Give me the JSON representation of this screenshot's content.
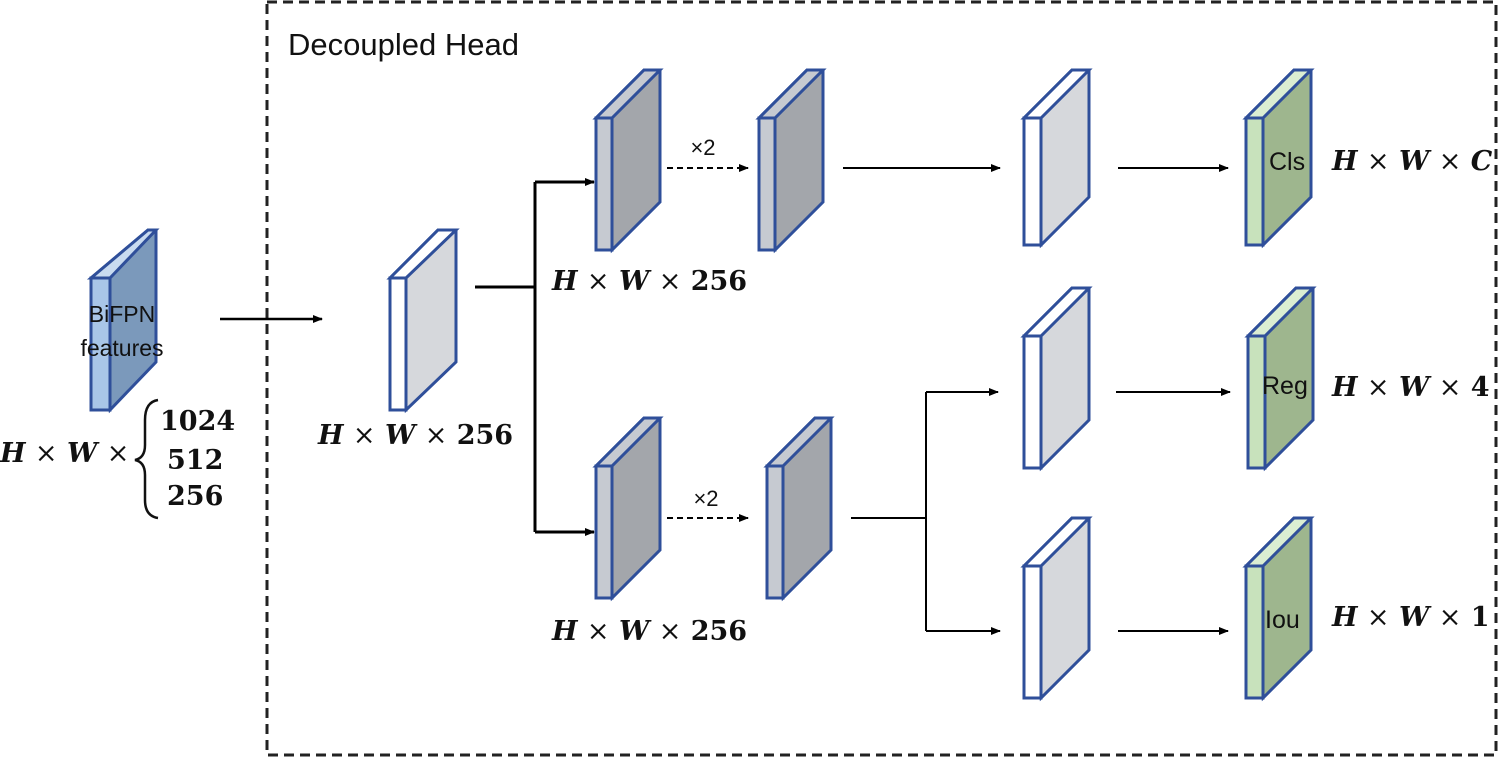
{
  "diagram": {
    "title": "Decoupled Head",
    "input_label_line1": "BiFPN",
    "input_label_line2": "features",
    "input_dims": {
      "prefix_h": "H",
      "times": "×",
      "prefix_w": "W",
      "options": [
        "1024",
        "512",
        "256"
      ]
    },
    "stem_dim": {
      "h": "H",
      "w": "W",
      "c": "256"
    },
    "cls_branch_dim": {
      "h": "H",
      "w": "W",
      "c": "256"
    },
    "reg_branch_dim": {
      "h": "H",
      "w": "W",
      "c": "256"
    },
    "repeat_top": "×2",
    "repeat_bottom": "×2",
    "outputs": [
      {
        "label": "Cls",
        "h": "H",
        "w": "W",
        "c": "C"
      },
      {
        "label": "Reg",
        "h": "H",
        "w": "W",
        "c": "4"
      },
      {
        "label": "Iou",
        "h": "H",
        "w": "W",
        "c": "1"
      }
    ]
  },
  "colors": {
    "border_blue": "#2f4f9a",
    "input_front": "#a9c6e8",
    "input_body": "#7b99bb",
    "grey_front": "#c6cad1",
    "grey_body": "#a3a6ab",
    "light_front": "#ffffff",
    "light_body": "#d6d8dc",
    "green_front": "#c8e2bc",
    "green_body": "#9eb68e"
  }
}
